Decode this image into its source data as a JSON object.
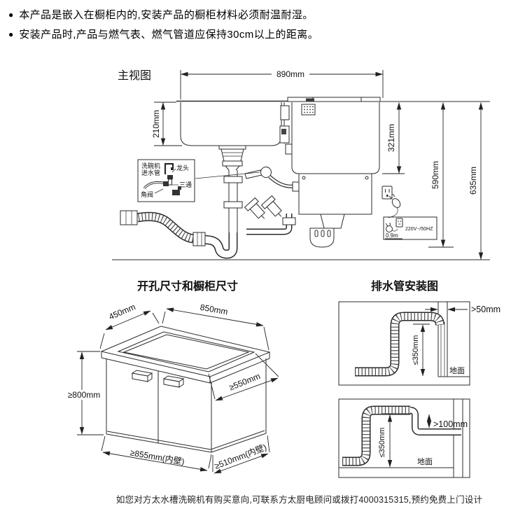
{
  "notes": {
    "bullet": "●",
    "items": [
      "本产品是嵌入在橱柜内的,安装产品的橱柜材料必须耐温耐湿。",
      "安装产品时,产品与燃气表、燃气管道应保持30cm以上的距离。"
    ]
  },
  "main_view": {
    "title": "主视图",
    "dim_width": "890mm",
    "dim_sink_depth": "210mm",
    "dim_dw_upper": "321mm",
    "dim_under_counter": "590mm",
    "dim_overall": "635mm",
    "inset": {
      "inlet_line1": "洗碗机",
      "inlet_line2": "进水管",
      "faucet": "龙头",
      "tee": "三通",
      "angle_valve": "角阀"
    },
    "power": {
      "spec": "220V~/50HZ",
      "cord_length": "0.9m"
    }
  },
  "cabinet_view": {
    "title": "开孔尺寸和橱柜尺寸",
    "dim_depth": "450mm",
    "dim_width": "850mm",
    "dim_height": "≥800mm",
    "dim_inner_depth": "≥550mm",
    "dim_inner_width": "≥855mm(内壁)",
    "dim_inner_side": "≥510mm(内壁)"
  },
  "drain_view": {
    "title": "排水管安装图",
    "top": {
      "pipe_dia": ">50mm",
      "max_height": "≤350mm",
      "floor": "地面"
    },
    "bottom": {
      "clearance": ">100mm",
      "max_height": "≤350mm",
      "floor": "地面"
    }
  },
  "footer": {
    "text": "如您对方太水槽洗碗机有购买意向,可联系方太厨电顾问或拨打4000315315,预约免费上门设计"
  }
}
